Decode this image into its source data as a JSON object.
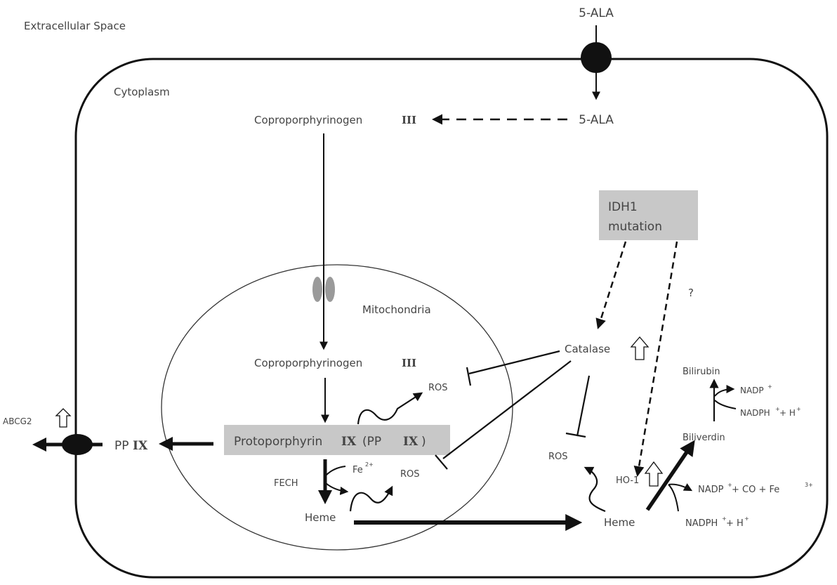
{
  "diagram": {
    "title": "5-ALA / PPIX / Heme metabolism in IDH1-mutant cell",
    "colors": {
      "line": "#111111",
      "text": "#444444",
      "highlight_box": "#c8c8c8",
      "transporter": "#111111",
      "mito_channel": "#9a9a9a"
    },
    "compartments": {
      "extracellular": "Extracellular Space",
      "cytoplasm": "Cytoplasm",
      "mitochondria": "Mitochondria"
    },
    "nodes": {
      "ala_outside": "5-ALA",
      "ala_inside": "5-ALA",
      "copro_cyto": "Coproporphyrinogen",
      "copro_cyto_numeral": "III",
      "copro_mito": "Coproporphyrinogen",
      "copro_mito_numeral": "III",
      "ppix_main": "Protoporphyrin",
      "ppix_main_numeral": "IX",
      "ppix_main_abbr_open": "(PP",
      "ppix_main_abbr_numeral": "IX",
      "ppix_main_abbr_close": ")",
      "ppix_export": "PP",
      "ppix_export_numeral": "IX",
      "abcg2": "ABCG2",
      "fech": "FECH",
      "fe": "Fe",
      "fe_sup": "2+",
      "ros_mito_upper": "ROS",
      "ros_mito_lower": "ROS",
      "ros_cyto": "ROS",
      "heme_mito": "Heme",
      "heme_cyto": "Heme",
      "catalase": "Catalase",
      "idh1_line1": "IDH1",
      "idh1_line2": "mutation",
      "question": "?",
      "ho1": "HO-1",
      "biliverdin": "Biliverdin",
      "bilirubin": "Bilirubin",
      "nadp_top": "NADP",
      "nadp_top_sup": "+",
      "nadph_top": "NADPH",
      "nadph_top_sup": "+",
      "nadph_top_tail": " + H",
      "nadph_top_tail_sup": "+",
      "ho_products": "NADP",
      "ho_products_sup1": "+",
      "ho_products_mid": " + CO + Fe",
      "ho_products_sup2": "3+",
      "ho_substrates": "NADPH",
      "ho_substrates_sup1": "+",
      "ho_substrates_tail": " + H",
      "ho_substrates_sup2": "+"
    },
    "upregulated_markers": [
      "ABCG2",
      "Catalase",
      "HO-1"
    ]
  }
}
